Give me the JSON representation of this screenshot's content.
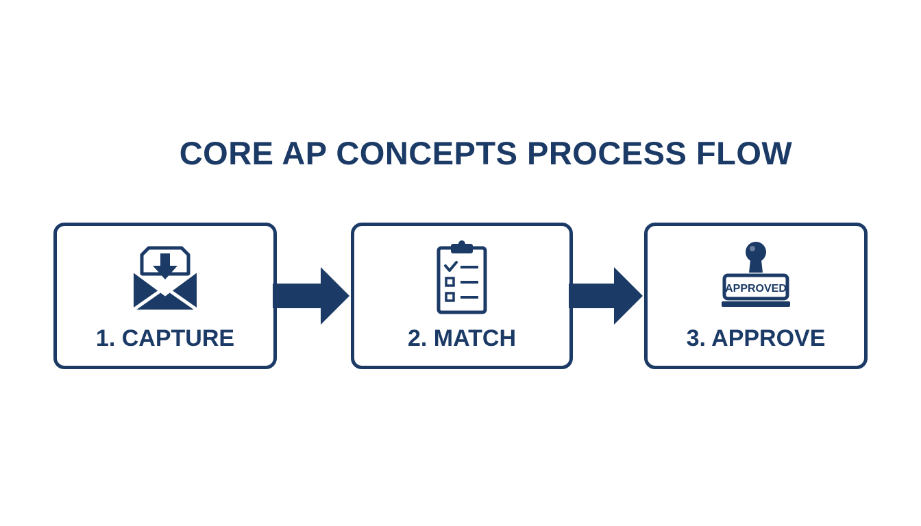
{
  "title": "CORE AP CONCEPTS PROCESS FLOW",
  "steps": [
    {
      "label": "1. CAPTURE",
      "icon": "envelope-download-icon"
    },
    {
      "label": "2. MATCH",
      "icon": "clipboard-checklist-icon"
    },
    {
      "label": "3. APPROVE",
      "icon": "approved-stamp-icon",
      "stamp_text": "APPROVED"
    }
  ],
  "colors": {
    "primary": "#1b3a66",
    "background": "#ffffff"
  }
}
